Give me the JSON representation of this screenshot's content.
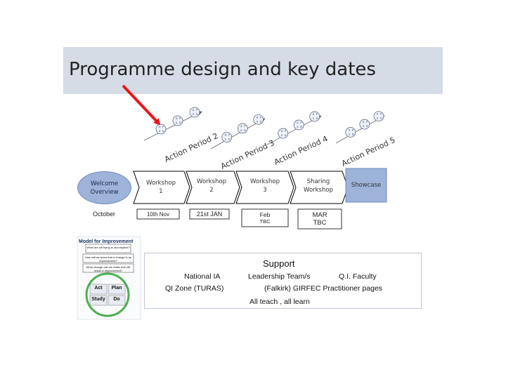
{
  "title": "Programme design and key dates",
  "action_periods": [
    {
      "label": "Action Period 2"
    },
    {
      "label": "Action Period 3"
    },
    {
      "label": "Action Period 4"
    },
    {
      "label": "Action Period 5"
    }
  ],
  "pdsa_cycle_letters": [
    "A",
    "P",
    "S",
    "D"
  ],
  "stages": [
    {
      "line1": "Welcome",
      "line2": "Overview",
      "date1": "October",
      "date2": ""
    },
    {
      "line1": "Workshop",
      "line2": "1",
      "date1": "10th Nov",
      "date2": ""
    },
    {
      "line1": "Workshop",
      "line2": "2",
      "date1": "21st JAN",
      "date2": ""
    },
    {
      "line1": "Workshop",
      "line2": "3",
      "date1": "Feb",
      "date2": "TBC"
    },
    {
      "line1": "Sharing",
      "line2": "Workshop",
      "date1": "MAR",
      "date2": "TBC"
    },
    {
      "line1": "Showcase",
      "line2": "",
      "date1": "",
      "date2": ""
    }
  ],
  "model_for_improvement": {
    "title": "Model for Improvement",
    "questions": [
      "What are we trying to accomplish?",
      "How will we know that a change is an improvement?",
      "What change can we make that will result in improvement?"
    ],
    "cycle": {
      "act": "Act",
      "plan": "Plan",
      "study": "Study",
      "do": "Do"
    }
  },
  "support": {
    "heading": "Support",
    "national_ia": "National IA",
    "qi_zone": "QI Zone (TURAS)",
    "leadership": "Leadership Team/s",
    "qi_faculty": "Q.I. Faculty",
    "girfec": "(Falkirk) GIRFEC Practitioner pages",
    "all_teach": "All teach , all learn"
  },
  "colors": {
    "title_band": "#d6dce5",
    "arrow": "#e8161b",
    "welcome_fill": "#9db3d9",
    "showcase_fill": "#9db3d9",
    "stage_box": "#ffffff",
    "chevron_dark": "#000000"
  }
}
